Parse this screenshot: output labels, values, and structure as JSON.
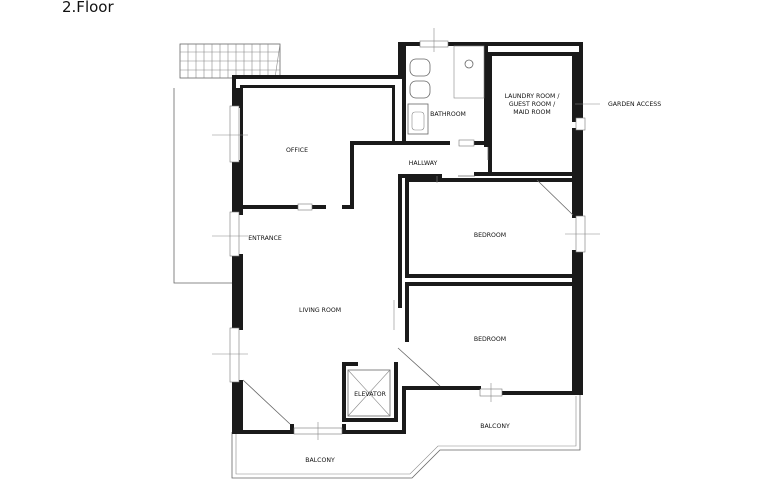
{
  "title": "2.Floor",
  "rooms": {
    "office": "OFFICE",
    "bathroom": "BATHROOM",
    "laundry_line1": "LAUNDRY ROOM /",
    "laundry_line2": "GUEST ROOM /",
    "laundry_line3": "MAID ROOM",
    "garden_access": "GARDEN ACCESS",
    "hallway": "HALLWAY",
    "entrance": "ENTRANCE",
    "bedroom_upper": "BEDROOM",
    "bedroom_lower": "BEDROOM",
    "living_room": "LIVING ROOM",
    "elevator": "ELEVATOR",
    "balcony_right": "BALCONY",
    "balcony_bottom": "BALCONY"
  }
}
